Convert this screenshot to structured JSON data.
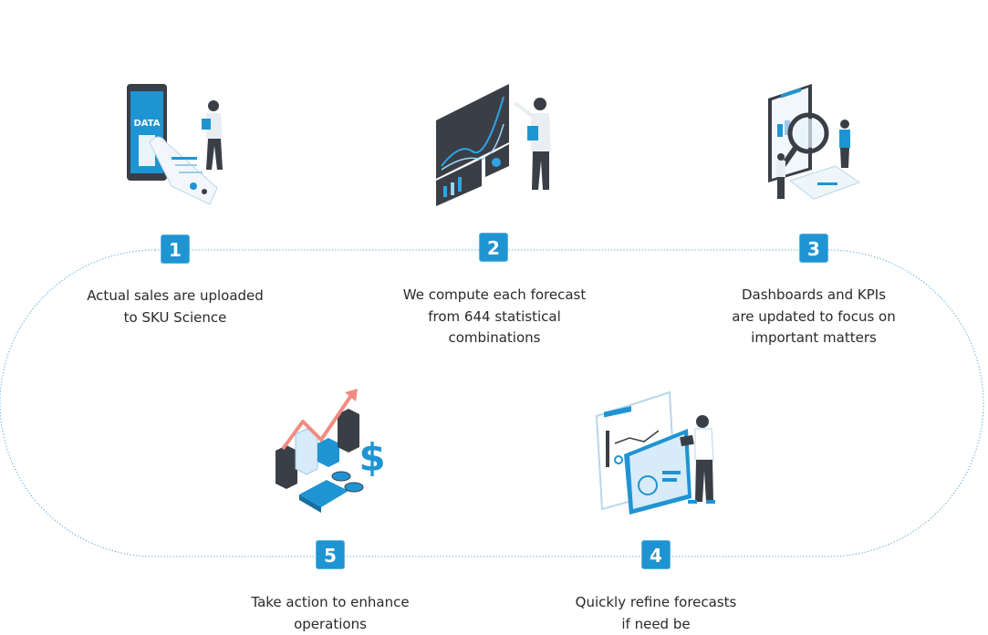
{
  "colors": {
    "accent": "#1f94d2",
    "dark": "#3a3f47",
    "light": "#d7ecf8",
    "loop": "#4aa3db"
  },
  "steps": [
    {
      "number": "1",
      "lines": [
        "Actual sales are uploaded",
        "to SKU Science"
      ],
      "illustration": "data-upload-illustration"
    },
    {
      "number": "2",
      "lines": [
        "We compute each forecast",
        "from 644 statistical",
        "combinations"
      ],
      "illustration": "forecast-dashboard-illustration"
    },
    {
      "number": "3",
      "lines": [
        "Dashboards and KPIs",
        "are updated to focus on",
        "important matters"
      ],
      "illustration": "analysis-magnifier-illustration"
    },
    {
      "number": "4",
      "lines": [
        "Quickly refine forecasts",
        "if need be"
      ],
      "illustration": "tablet-refine-illustration"
    },
    {
      "number": "5",
      "lines": [
        "Take action to enhance",
        "operations"
      ],
      "illustration": "growth-money-illustration"
    }
  ]
}
